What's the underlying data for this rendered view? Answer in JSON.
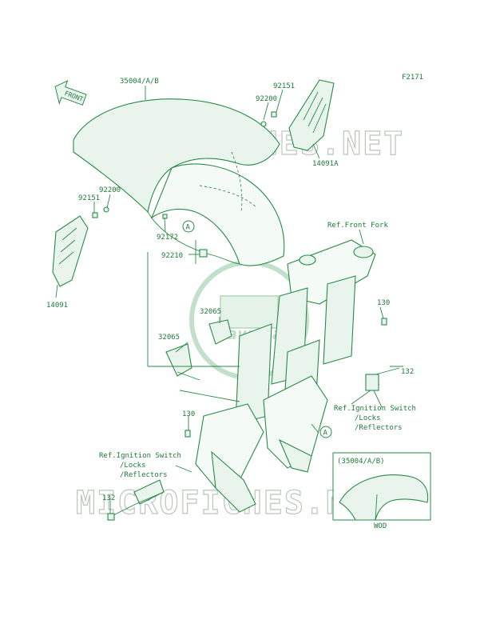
{
  "figure_code": "F2171",
  "direction_label": "FRONT",
  "watermark_text": "MICROFICHES.NET",
  "logo_text": "Kawasaki",
  "inset": {
    "title": "(35004/A/B)",
    "caption": "WOD"
  },
  "callouts": {
    "c35004": "35004/A/B",
    "c92151_top": "92151",
    "c92200_top": "92200",
    "c14091A": "14091A",
    "c92200_left": "92200",
    "c92151_left": "92151",
    "c92172": "92172",
    "c92210": "92210",
    "c14091": "14091",
    "c32065_a": "32065",
    "c32065_b": "32065",
    "c130_right": "130",
    "c132_right": "132",
    "c130_left": "130",
    "c132_left": "132",
    "ref_fork": "Ref.Front Fork",
    "ref_ign_r1": "Ref.Ignition Switch",
    "ref_ign_r2": "/Locks",
    "ref_ign_r3": "/Reflectors",
    "ref_ign_l1": "Ref.Ignition Switch",
    "ref_ign_l2": "/Locks",
    "ref_ign_l3": "/Reflectors",
    "marker_a1": "A",
    "marker_a2": "A"
  }
}
